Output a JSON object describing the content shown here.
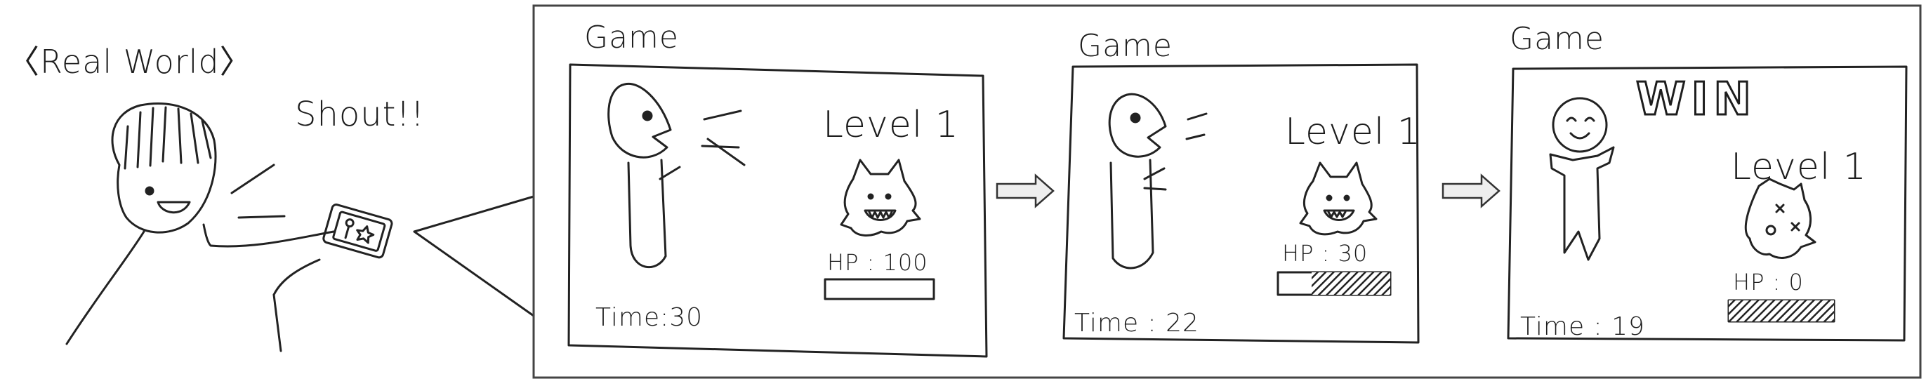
{
  "real_world": {
    "title": "〈Real World〉",
    "shout": "Shout!!"
  },
  "panels": [
    {
      "game_label": "Game",
      "level": "Level 1",
      "hp": "HP : 100",
      "hp_fraction": 0,
      "time": "Time:30",
      "win": ""
    },
    {
      "game_label": "Game",
      "level": "Level 1",
      "hp": "HP : 30",
      "hp_fraction": 0.7,
      "time": "Time : 22",
      "win": ""
    },
    {
      "game_label": "Game",
      "level": "Level 1",
      "hp": "HP : 0",
      "hp_fraction": 1,
      "time": "Time : 19",
      "win": "WIN"
    }
  ]
}
